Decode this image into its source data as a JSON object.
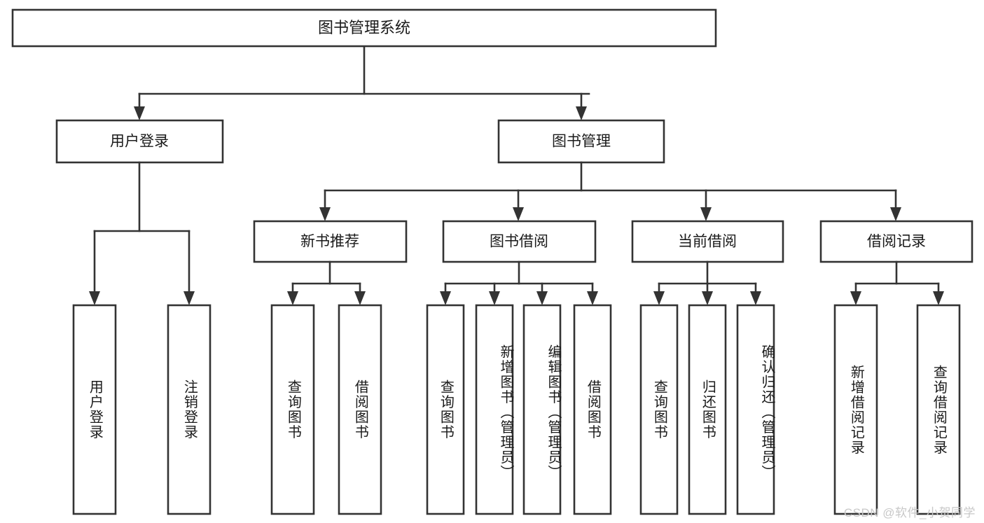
{
  "diagram": {
    "type": "tree-hierarchy",
    "title_node": {
      "label": "图书管理系统"
    },
    "level2": [
      {
        "label": "用户登录"
      },
      {
        "label": "图书管理"
      }
    ],
    "level3": [
      {
        "label": "新书推荐"
      },
      {
        "label": "图书借阅"
      },
      {
        "label": "当前借阅"
      },
      {
        "label": "借阅记录"
      }
    ],
    "leaves": {
      "user_login": [
        {
          "label": "用户登录"
        },
        {
          "label": "注销登录"
        }
      ],
      "new_book_recommend": [
        {
          "label": "查询图书"
        },
        {
          "label": "借阅图书"
        }
      ],
      "book_borrow": [
        {
          "label": "查询图书"
        },
        {
          "label": "新增图书（管理员）"
        },
        {
          "label": "编辑图书（管理员）"
        },
        {
          "label": "借阅图书"
        }
      ],
      "current_borrow": [
        {
          "label": "查询图书"
        },
        {
          "label": "归还图书"
        },
        {
          "label": "确认归还（管理员）"
        }
      ],
      "borrow_record": [
        {
          "label": "新增借阅记录"
        },
        {
          "label": "查询借阅记录"
        }
      ]
    }
  },
  "watermark": {
    "text": "CSDN @软件_小贺同学"
  },
  "colors": {
    "background": "#ffffff",
    "box_fill": "#ffffff",
    "line": "#333333",
    "text": "#1a1a1a",
    "watermark": "#c8c8c8"
  }
}
